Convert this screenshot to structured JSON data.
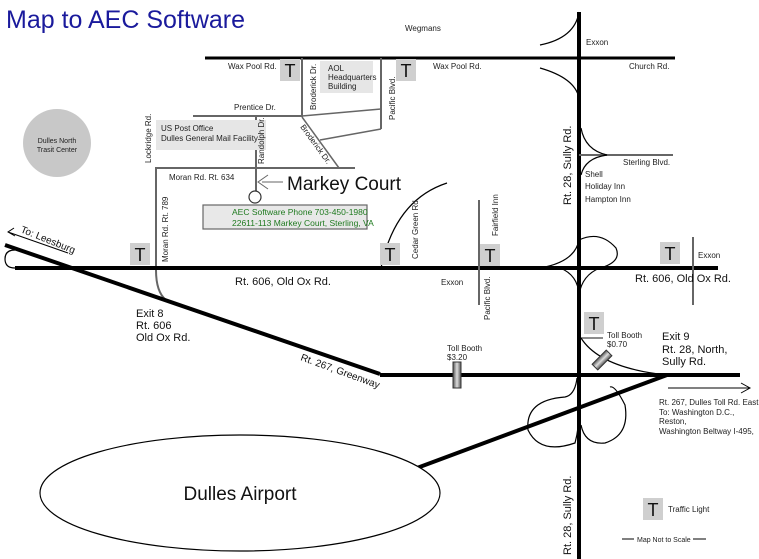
{
  "title": "Map to AEC Software",
  "labels": {
    "wegmans": "Wegmans",
    "exxon_top": "Exxon",
    "church_rd": "Church Rd.",
    "wax_pool_left": "Wax Pool Rd.",
    "wax_pool_right": "Wax Pool Rd.",
    "broderick_dr": "Broderick Dr.",
    "broderick_dr_diag": "Broderick Dr.",
    "pacific_blvd_top": "Pacific Blvd.",
    "pacific_blvd_bottom": "Pacific Blvd.",
    "aol": [
      "AOL",
      "Headquarters",
      "Building"
    ],
    "prentice_dr": "Prentice Dr.",
    "post_office": [
      "US Post Office",
      "Dulles General Mail Facility"
    ],
    "lockridge_rd": "Lockridge Rd.",
    "randolph_dr": "Randolph Dr.",
    "moran_rd": "Moran Rd. Rt. 634",
    "moran_rd_789": "Moran Rd. Rt. 789",
    "markey_court": "Markey Court",
    "aec_box": [
      "AEC Software  Phone 703-450-1980",
      "22611-113 Markey Court, Sterling, VA"
    ],
    "dulles_north": [
      "Dulles North",
      "Trasit Center"
    ],
    "sully_top": "Rt. 28,  Sully Rd.",
    "sully_bottom": "Rt. 28,  Sully Rd.",
    "sterling_blvd": "Sterling Blvd.",
    "businesses": [
      "Shell",
      "Holiday Inn",
      "Hampton Inn"
    ],
    "cedar_green": "Cedar Green Rd",
    "fairfield_inn": "Fairfield Inn",
    "exxon_mid": "Exxon",
    "exxon_right": "Exxon",
    "old_ox_mid": "Rt. 606,  Old Ox Rd.",
    "old_ox_right": "Rt. 606,  Old Ox Rd.",
    "to_leesburg": "To:  Leesburg",
    "exit8": [
      "Exit 8",
      "Rt. 606",
      "Old Ox Rd."
    ],
    "greenway": "Rt. 267, Greenway",
    "toll_booth_1": [
      "Toll Booth",
      "$3.20"
    ],
    "toll_booth_2": [
      "Toll Booth",
      "$0.70"
    ],
    "exit9": [
      "Exit 9",
      "Rt. 28, North,",
      "Sully Rd."
    ],
    "toll_rd_east": [
      "Rt. 267, Dulles Toll Rd. East",
      "To: Washington D.C.,",
      "Reston,",
      "Washington Beltway I-495,"
    ],
    "dulles_airport": "Dulles Airport",
    "traffic_light_legend": "Traffic Light",
    "not_to_scale": "Map Not to Scale",
    "traffic_light_symbol": "T"
  },
  "colors": {
    "title": "#1a1a9c",
    "aec_text": "#1f7a1f",
    "box_fill": "#e6e6e6",
    "t_box": "#cfcfcf"
  }
}
